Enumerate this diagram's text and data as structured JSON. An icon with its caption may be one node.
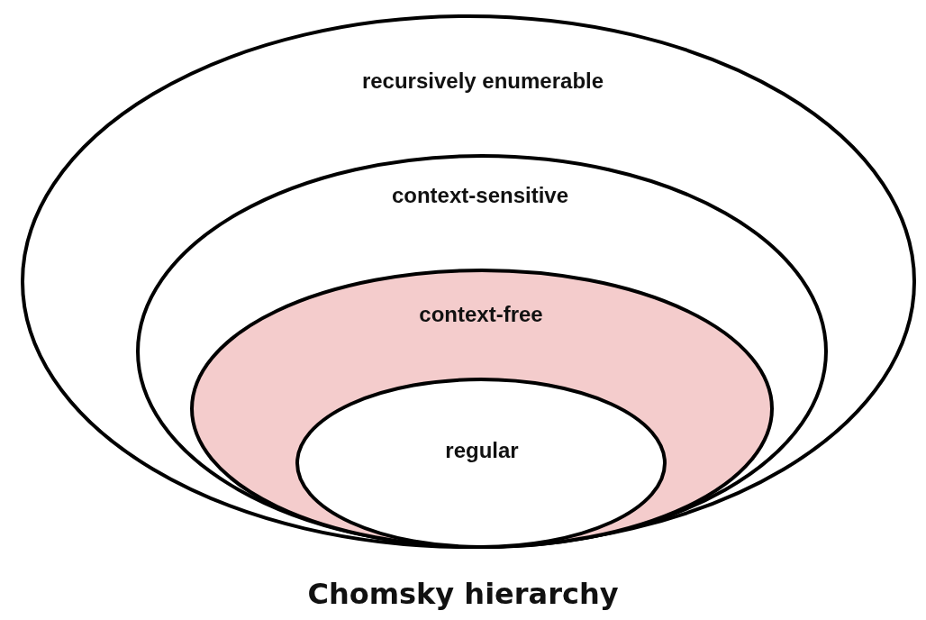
{
  "diagram": {
    "title": "Chomsky hierarchy",
    "nodes": [
      {
        "text": [
          "recursively enumerable"
        ]
      },
      {
        "text": [
          "context-sensitive"
        ],
        "in": 0
      },
      {
        "text": [
          "context-free"
        ],
        "in": 1
      },
      {
        "text": [
          "regular"
        ],
        "in": 2
      }
    ]
  }
}
